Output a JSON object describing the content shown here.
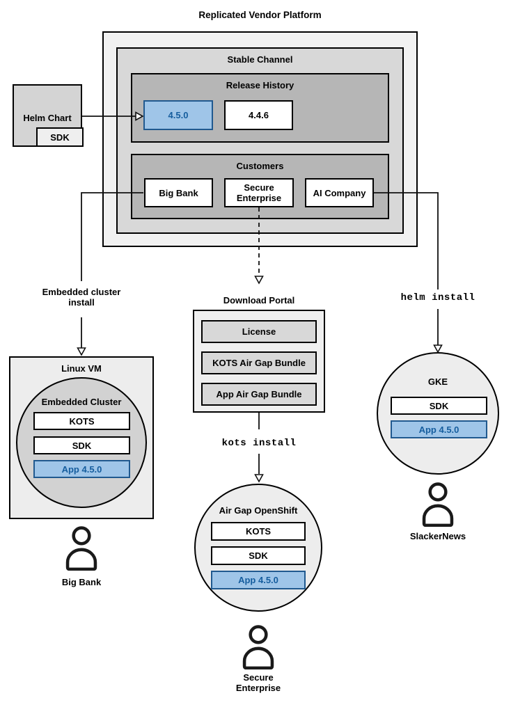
{
  "colors": {
    "highlight_fill": "#9fc5e8",
    "highlight_border": "#20598f",
    "highlight_text": "#155d9e"
  },
  "platform": {
    "title": "Replicated Vendor Platform",
    "stable_channel": "Stable Channel",
    "release_history": "Release History",
    "releases": [
      "4.5.0",
      "4.4.6"
    ],
    "customers_title": "Customers",
    "customers": [
      "Big Bank",
      "Secure Enterprise",
      "AI Company"
    ]
  },
  "helm_chart": {
    "label": "Helm Chart",
    "sdk": "SDK"
  },
  "big_bank_flow": {
    "edge_label": "Embedded cluster install",
    "host": "Linux VM",
    "cluster": "Embedded Cluster",
    "components": [
      "KOTS",
      "SDK",
      "App 4.5.0"
    ],
    "user": "Big Bank"
  },
  "secure_enterprise_flow": {
    "portal_title": "Download Portal",
    "portal_items": [
      "License",
      "KOTS Air Gap Bundle",
      "App Air Gap Bundle"
    ],
    "command": "kots install",
    "cluster": "Air Gap OpenShift",
    "components": [
      "KOTS",
      "SDK",
      "App 4.5.0"
    ],
    "user": "Secure Enterprise"
  },
  "ai_company_flow": {
    "command": "helm install",
    "cluster": "GKE",
    "components": [
      "SDK",
      "App 4.5.0"
    ],
    "user": "SlackerNews"
  }
}
